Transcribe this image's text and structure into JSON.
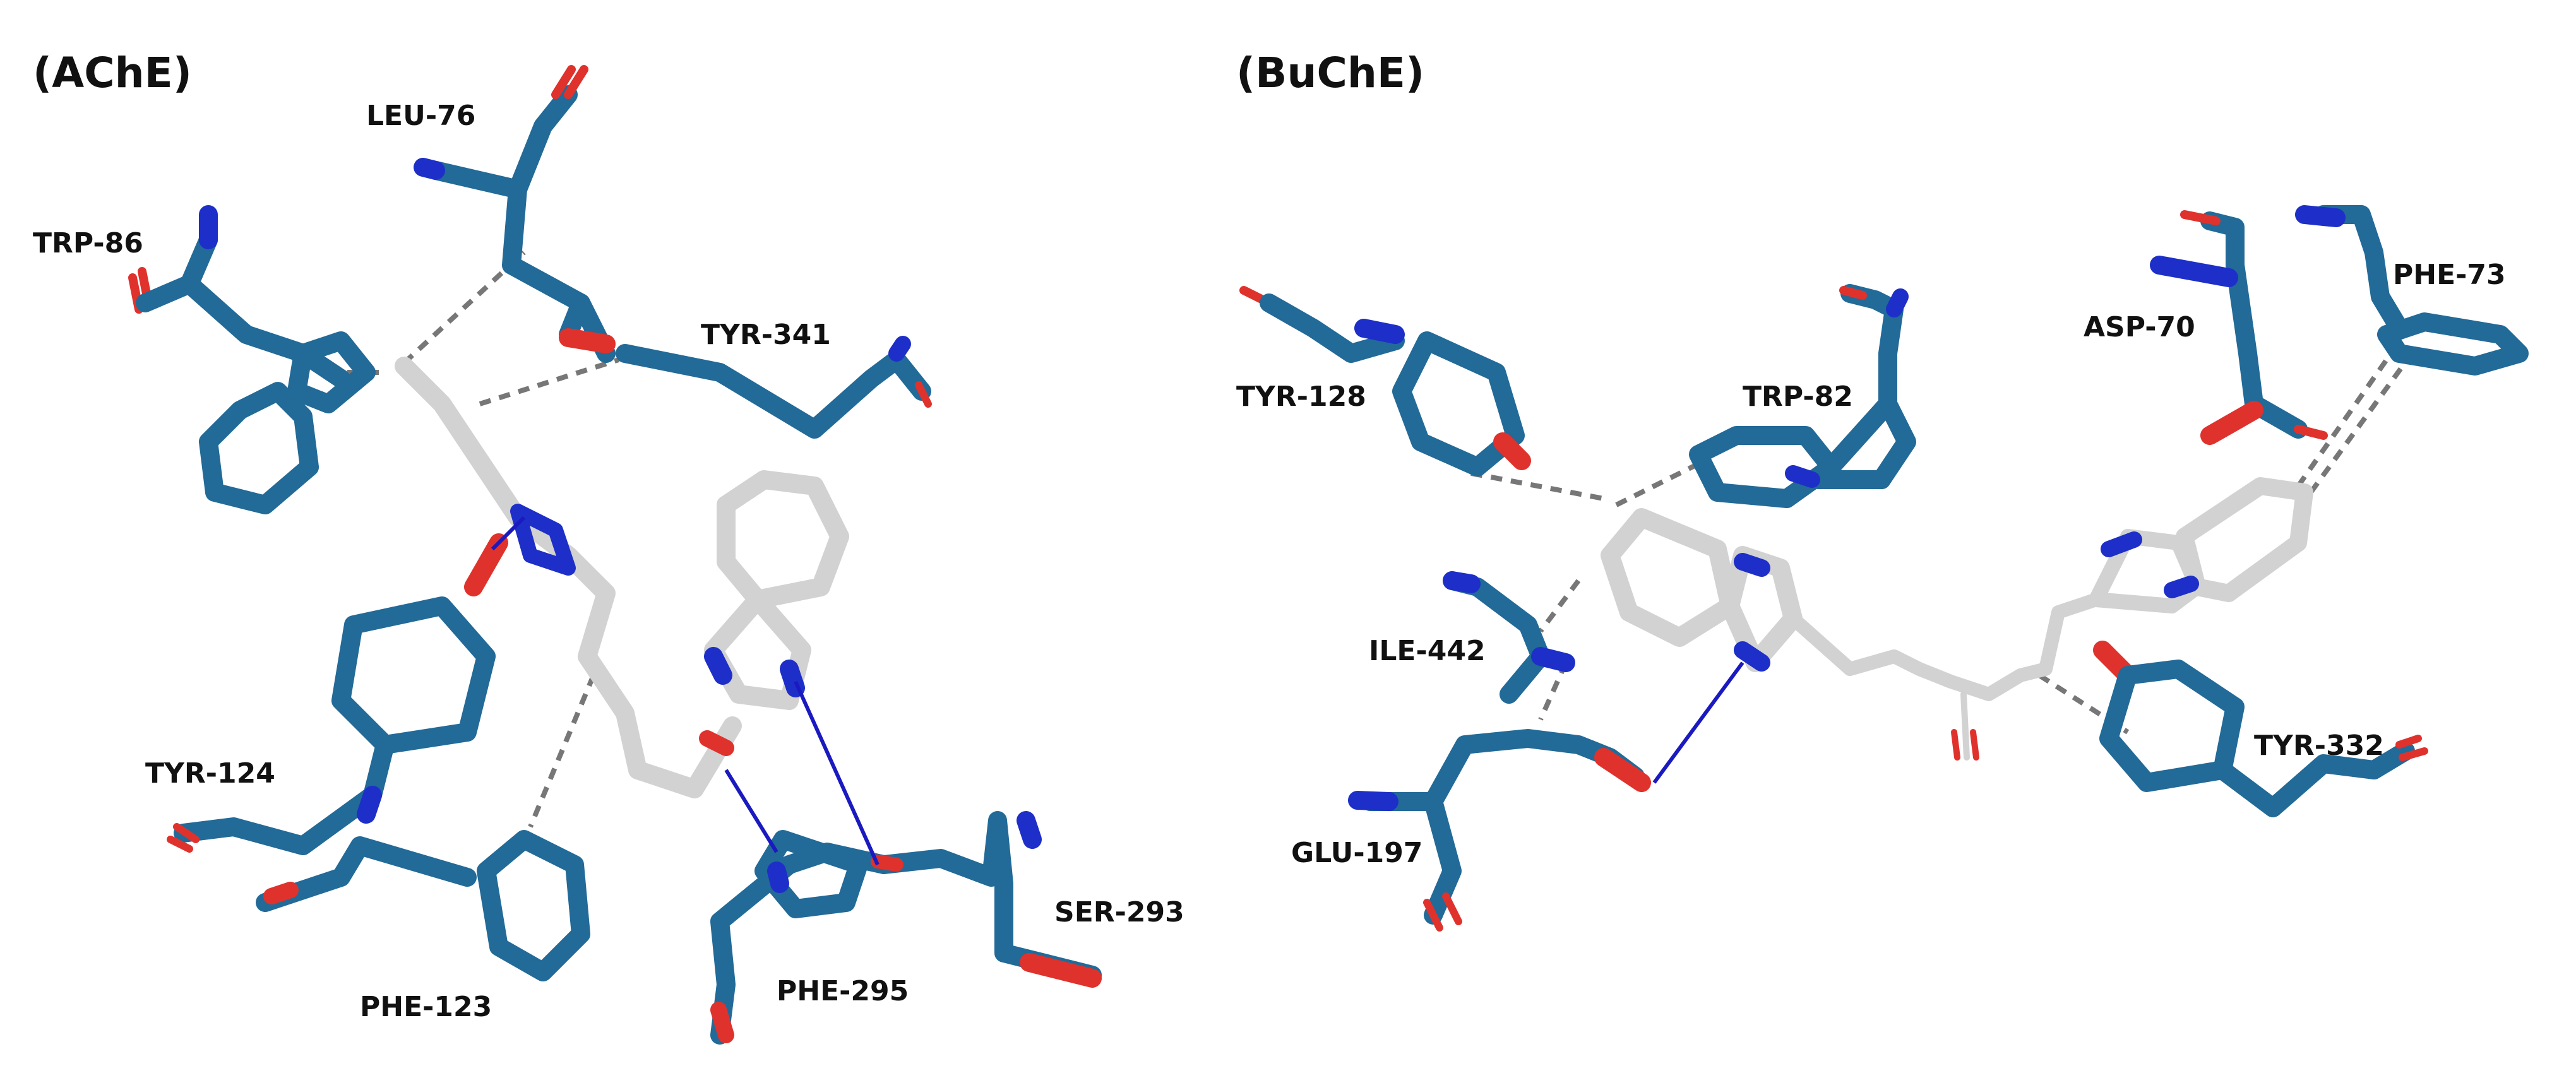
{
  "colors": {
    "residue": "#226a98",
    "ligand": "#d2d2d2",
    "nitrogen": "#1d2fc8",
    "oxygen": "#e0322c",
    "hbond": "#1a1ac0",
    "hydrophobic": "#777777"
  },
  "panels": [
    {
      "title": "(AChE)",
      "residues": [
        "LEU-76",
        "TRP-86",
        "TYR-341",
        "TYR-124",
        "PHE-123",
        "PHE-295",
        "SER-293"
      ]
    },
    {
      "title": "(BuChE)",
      "residues": [
        "TYR-128",
        "TRP-82",
        "ASP-70",
        "PHE-73",
        "ILE-442",
        "GLU-197",
        "TYR-332"
      ]
    }
  ]
}
